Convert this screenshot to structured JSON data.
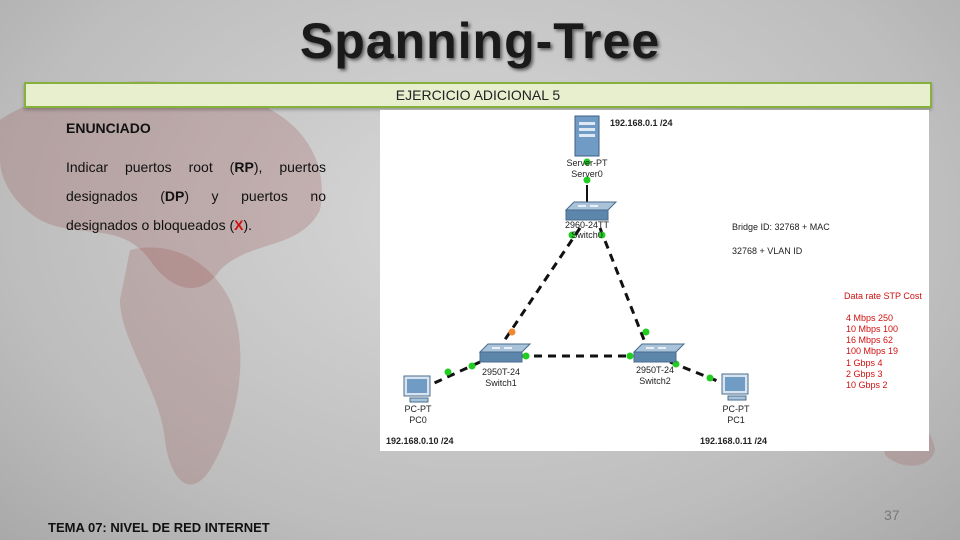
{
  "title": "Spanning-Tree",
  "banner": "EJERCICIO ADICIONAL 5",
  "statement": {
    "heading": "ENUNCIADO",
    "t1": "Indicar puertos root (",
    "rp": "RP",
    "t2": "), puertos designados (",
    "dp": "DP",
    "t3": ") y puertos no designados o bloqueados (",
    "x": "X",
    "t4": ")."
  },
  "network": {
    "server": {
      "type": "Server-PT",
      "name": "Server0",
      "ip": "192.168.0.1 /24"
    },
    "switch0": {
      "model": "2960-24TT",
      "name": "Switch0"
    },
    "switch1": {
      "model": "2950T-24",
      "name": "Switch1"
    },
    "switch2": {
      "model": "2950T-24",
      "name": "Switch2"
    },
    "pc0": {
      "type": "PC-PT",
      "name": "PC0",
      "ip": "192.168.0.10 /24"
    },
    "pc1": {
      "type": "PC-PT",
      "name": "PC1",
      "ip": "192.168.0.11 /24"
    },
    "bridge_id": "Bridge ID: 32768 + MAC",
    "vlan_note": "32768 + VLAN ID",
    "cost_title": "Data rate STP Cost",
    "costs": [
      "4  Mbps 250",
      "10  Mbps 100",
      "16  Mbps 62",
      "100 Mbps 19",
      "1  Gbps 4",
      "2  Gbps 3",
      "10  Gbps 2"
    ],
    "colors": {
      "link_up": "#22cc22",
      "link_blocking": "#ee8833",
      "cost_text": "#d01010"
    }
  },
  "footer": "TEMA 07: NIVEL DE RED INTERNET",
  "page_number": "37"
}
